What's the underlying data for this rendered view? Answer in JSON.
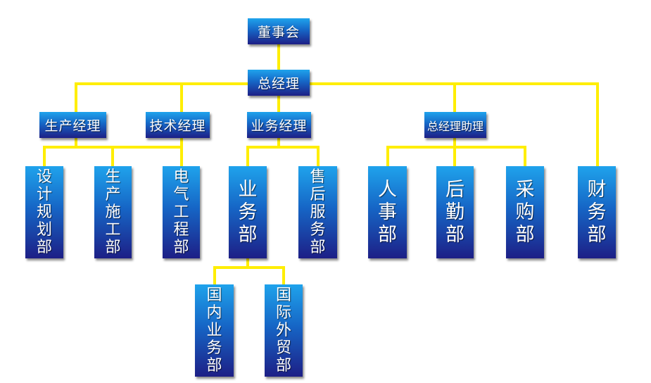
{
  "colors": {
    "connector": "#ffee00",
    "box_top": "#1fa3ec",
    "box_bottom": "#1d1f86",
    "text": "#ffffff"
  },
  "nodes": {
    "board": "董事会",
    "gm": "总经理",
    "production_manager": "生产经理",
    "technical_manager": "技术经理",
    "business_manager": "业务经理",
    "gm_assistant": "总经理助理",
    "design_planning_dept": "设计规划部",
    "production_construction_dept": "生产施工部",
    "electrical_engineering_dept": "电气工程部",
    "business_dept": "业务部",
    "after_sales_dept": "售后服务部",
    "hr_dept": "人事部",
    "logistics_dept": "后勤部",
    "procurement_dept": "采购部",
    "finance_dept": "财务部",
    "domestic_business_dept": "国内业务部",
    "international_trade_dept": "国际外贸部"
  }
}
